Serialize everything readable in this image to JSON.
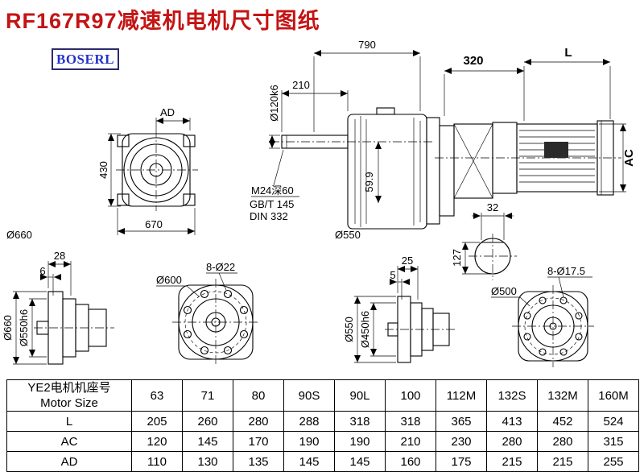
{
  "page": {
    "title": "RF167R97减速机电机尺寸图纸",
    "brand": "BOSERL"
  },
  "drawing": {
    "front_view": {
      "ad": "AD",
      "height": "430",
      "width": "670",
      "outer_dia": "Ø660"
    },
    "main_view": {
      "overall_len": "790",
      "shaft_len": "210",
      "shaft_dia": "Ø120k6",
      "tap": "M24深60",
      "std_gb": "GB/T 145",
      "std_din": "DIN 332",
      "key_dim": "59.9",
      "flange_dia": "Ø550"
    },
    "motor_view": {
      "mount_len": "320",
      "motor_len": "L",
      "motor_dia": "AC",
      "key_width": "32",
      "shaft_height": "127"
    },
    "flange_left": {
      "depth": "28",
      "spigot_depth": "6",
      "outer_dia": "Ø660",
      "spigot_dia": "Ø550h6"
    },
    "flange_left_face": {
      "bolt_circle": "Ø600",
      "holes": "8-Ø22"
    },
    "flange_right": {
      "depth": "25",
      "spigot_depth": "5",
      "outer_dia": "Ø550",
      "spigot_dia": "Ø450h6"
    },
    "flange_right_face": {
      "bolt_circle": "Ø500",
      "holes": "8-Ø17.5"
    }
  },
  "table": {
    "header_line1": "YE2电机机座号",
    "header_line2": "Motor Size",
    "columns": [
      "63",
      "71",
      "80",
      "90S",
      "90L",
      "100",
      "112M",
      "132S",
      "132M",
      "160M"
    ],
    "rows": [
      {
        "label": "L",
        "values": [
          "205",
          "260",
          "280",
          "288",
          "318",
          "318",
          "365",
          "413",
          "452",
          "524"
        ]
      },
      {
        "label": "AC",
        "values": [
          "120",
          "145",
          "170",
          "190",
          "190",
          "210",
          "230",
          "280",
          "280",
          "315"
        ]
      },
      {
        "label": "AD",
        "values": [
          "110",
          "130",
          "135",
          "145",
          "145",
          "160",
          "175",
          "215",
          "215",
          "255"
        ]
      }
    ]
  }
}
